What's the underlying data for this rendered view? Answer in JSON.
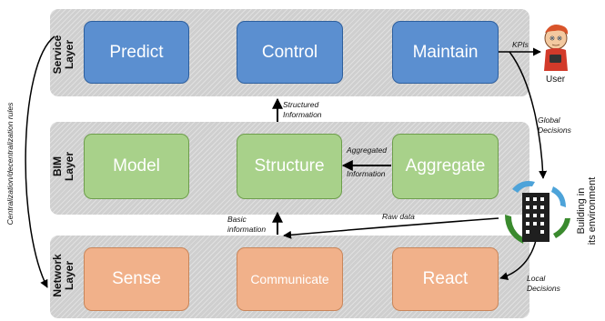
{
  "layers": {
    "service": {
      "label_line1": "Service",
      "label_line2": "Layer"
    },
    "bim": {
      "label_line1": "BIM",
      "label_line2": "Layer"
    },
    "network": {
      "label_line1": "Network",
      "label_line2": "Layer"
    }
  },
  "boxes": {
    "predict": "Predict",
    "control": "Control",
    "maintain": "Maintain",
    "model": "Model",
    "structure": "Structure",
    "aggregate": "Aggregate",
    "sense": "Sense",
    "communicate": "Communicate",
    "react": "React"
  },
  "annotations": {
    "structured_information_1": "Structured",
    "structured_information_2": "Information",
    "aggregated_information_1": "Aggregated",
    "aggregated_information_2": "Information",
    "basic_information_1": "Basic",
    "basic_information_2": "information",
    "raw_data": "Raw data",
    "kpis": "KPIs",
    "global_decisions_1": "Global",
    "global_decisions_2": "Decisions",
    "local_decisions_1": "Local",
    "local_decisions_2": "Decisions",
    "centralization": "Centralization/decentralization rules"
  },
  "actors": {
    "user": "User",
    "building_line1": "Building in",
    "building_line2": "its environment"
  },
  "colors": {
    "service_box": "#5b8fd0",
    "bim_box": "#a8d18a",
    "network_box": "#f1b18a",
    "layer_bg": "#cfcfcf"
  }
}
